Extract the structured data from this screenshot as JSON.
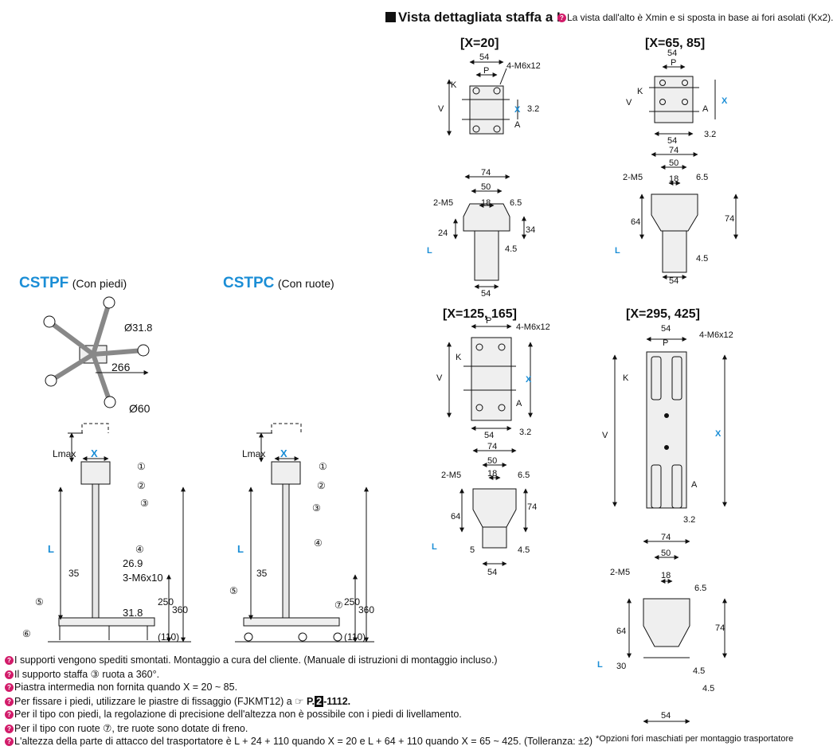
{
  "header": {
    "title": "Vista dettagliata staffa a L",
    "subtitle": "La vista dall'alto è Xmin e si sposta in base ai fori asolati (Kx2)."
  },
  "colors": {
    "accent": "#1b8ed6",
    "note_marker": "#d21c6a"
  },
  "models": [
    {
      "code": "CSTPF",
      "desc": "(Con piedi)"
    },
    {
      "code": "CSTPC",
      "desc": "(Con ruote)"
    }
  ],
  "views": {
    "x20": "[X=20]",
    "x65": "[X=65, 85]",
    "x125": "[X=125, 165]",
    "x295": "[X=295, 425]"
  },
  "labels": {
    "top_width": "54",
    "p": "P",
    "k": "K",
    "v": "V",
    "a": "A",
    "x": "X",
    "l": "L",
    "m6x12": "4-M6x12",
    "m5": "2-M5",
    "d74": "74",
    "d50": "50",
    "d18": "18",
    "d6_5": "6.5",
    "d34": "34",
    "d24": "24",
    "d4_5": "4.5",
    "d3_2": "3.2",
    "d64": "64",
    "d5": "5",
    "d30": "30",
    "lmax": "Lmax",
    "d31_8_dia": "Ø31.8",
    "d266": "266",
    "d60_dia": "Ø60",
    "d26_9": "26.9",
    "d35": "35",
    "m6x10": "3-M6x10",
    "d31_8": "31.8",
    "d250": "250",
    "d360": "360",
    "d110": "(110)",
    "c1": "①",
    "c2": "②",
    "c3": "③",
    "c4": "④",
    "c5": "⑤",
    "c6": "⑥",
    "c7": "⑦"
  },
  "notes": [
    "I supporti vengono spediti smontati. Montaggio a cura del cliente. (Manuale di istruzioni di montaggio incluso.)",
    "Il supporto staffa ③ ruota a 360°.",
    "Piastra intermedia non fornita quando X = 20 ~ 85.",
    "Per il tipo con piedi, la regolazione di precisione dell'altezza non è possibile con i piedi di livellamento.",
    "Per il tipo con ruote ⑦, tre ruote sono dotate di freno.",
    "L'altezza della parte di attacco del trasportatore è L + 24 + 110 quando X = 20 e L + 64 + 110 quando X = 65 ~ 425. (Tolleranza: ±2)"
  ],
  "note_fix": {
    "pre": "Per fissare i piedi, utilizzare le piastre di fissaggio (FJKMT12) a",
    "page": "P.",
    "vol": "2",
    "num": "-1112."
  },
  "footnote": "*Opzioni fori maschiati per montaggio trasportatore"
}
